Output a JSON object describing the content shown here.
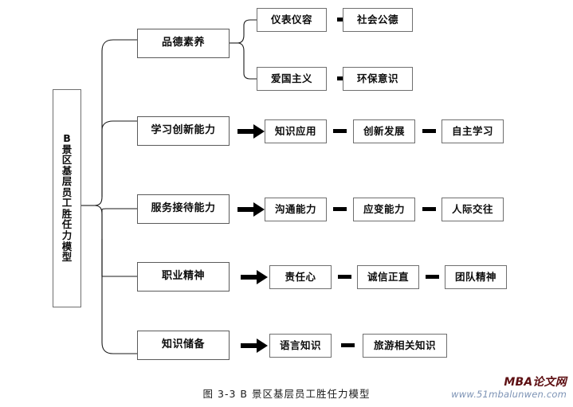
{
  "figure": {
    "caption": "图 3-3  B 景区基层员工胜任力模型",
    "root": {
      "label": "B 景区基层员工胜任力模型",
      "vertical_chars": [
        "B",
        "景",
        "区",
        "基",
        "层",
        "员",
        "工",
        "胜",
        "任",
        "力",
        "模",
        "型"
      ]
    },
    "rows": [
      {
        "category": "品德素养",
        "connector": "brace",
        "branches": [
          {
            "items": [
              "仪表仪容",
              "社会公德"
            ],
            "links": [
              "dash"
            ]
          },
          {
            "items": [
              "爱国主义",
              "环保意识"
            ],
            "links": [
              "dash"
            ]
          }
        ]
      },
      {
        "category": "学习创新能力",
        "connector": "arrow",
        "branches": [
          {
            "items": [
              "知识应用",
              "创新发展",
              "自主学习"
            ],
            "links": [
              "dash",
              "dash"
            ]
          }
        ]
      },
      {
        "category": "服务接待能力",
        "connector": "arrow",
        "branches": [
          {
            "items": [
              "沟通能力",
              "应变能力",
              "人际交往"
            ],
            "links": [
              "dash",
              "dash"
            ]
          }
        ]
      },
      {
        "category": "职业精神",
        "connector": "arrow",
        "branches": [
          {
            "items": [
              "责任心",
              "诚信正直",
              "团队精神"
            ],
            "links": [
              "dash",
              "dash"
            ]
          }
        ]
      },
      {
        "category": "知识储备",
        "connector": "arrow",
        "branches": [
          {
            "items": [
              "语言知识",
              "旅游相关知识"
            ],
            "links": [
              "dash"
            ]
          }
        ]
      }
    ]
  },
  "watermark": {
    "brand": "MBA论文网",
    "url": "www.51mbalunwen.com",
    "brand_color": "#5d0f12",
    "url_color": "#7d93b5"
  },
  "style": {
    "box_border": "#6f6f6f",
    "line_color": "#1a1a1a",
    "background": "#ffffff"
  }
}
